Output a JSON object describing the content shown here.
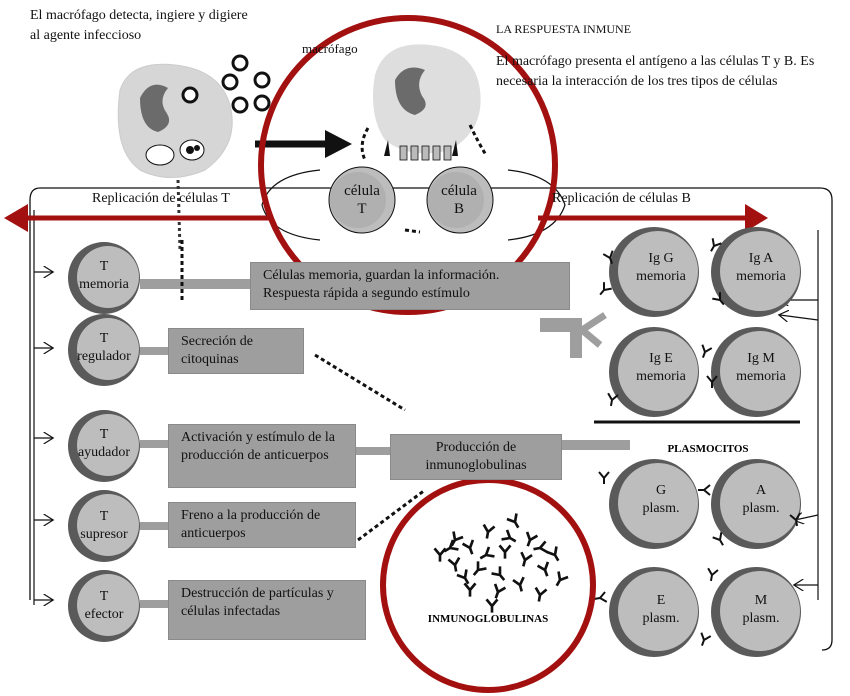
{
  "intro": {
    "left": "El macrófago detecta, ingiere y digiere al agente infeccioso",
    "macrofago_label": "macrófago",
    "title": "LA RESPUESTA INMUNE",
    "right": "El macrófago presenta el antígeno a las células T y B. Es necesaria la interacción de los tres tipos de células"
  },
  "center_cells": {
    "t_cell": {
      "line1": "célula",
      "line2": "T"
    },
    "b_cell": {
      "line1": "célula",
      "line2": "B"
    }
  },
  "replication": {
    "t": "Replicación de células T",
    "b": "Replicación de células B"
  },
  "t_cells": [
    {
      "line1": "T",
      "line2": "memoria",
      "desc": "Células memoria, guardan la información. Respuesta rápida a segundo estímulo"
    },
    {
      "line1": "T",
      "line2": "regulador",
      "desc": "Secreción de citoquinas"
    },
    {
      "line1": "T",
      "line2": "ayudador",
      "desc": "Activación y estímulo de la producción de anticuerpos"
    },
    {
      "line1": "T",
      "line2": "supresor",
      "desc": "Freno a la producción de anticuerpos"
    },
    {
      "line1": "T",
      "line2": "efector",
      "desc": "Destrucción de partículas y células infectadas"
    }
  ],
  "production_box": "Producción de inmunoglobulinas",
  "memory_b_cells": [
    {
      "line1": "Ig G",
      "line2": "memoria"
    },
    {
      "line1": "Ig A",
      "line2": "memoria"
    },
    {
      "line1": "Ig E",
      "line2": "memoria"
    },
    {
      "line1": "Ig M",
      "line2": "memoria"
    }
  ],
  "plasmocitos_label": "PLASMOCITOS",
  "plasma_cells": [
    {
      "line1": "G",
      "line2": "plasm."
    },
    {
      "line1": "A",
      "line2": "plasm."
    },
    {
      "line1": "E",
      "line2": "plasm."
    },
    {
      "line1": "M",
      "line2": "plasm."
    }
  ],
  "immunoglobulins_label": "INMUNOGLOBULINAS",
  "colors": {
    "accent_red": "#a31010",
    "box_gray": "#9e9e9e",
    "cell_fill": "#bdbdbd",
    "cell_dark": "#5a5a5a"
  }
}
